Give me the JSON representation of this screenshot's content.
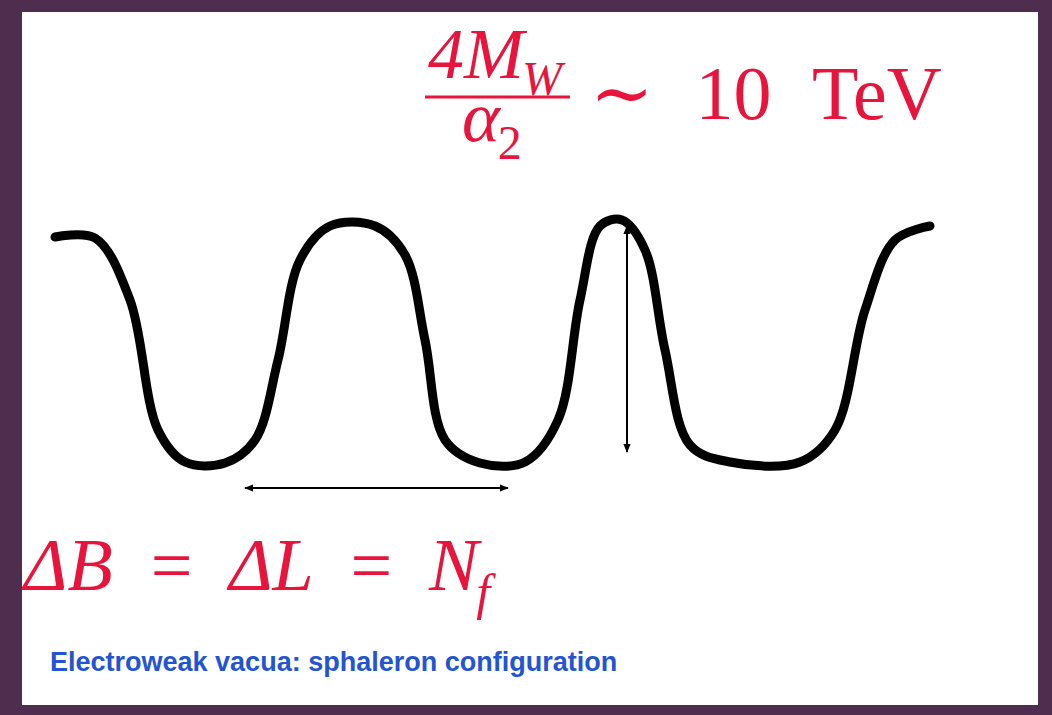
{
  "diagram": {
    "caption": "Electroweak vacua: sphaleron configuration",
    "labels": [
      "4M",
      "W",
      "α",
      "2",
      "∼ 10 TeV",
      "ΔB = ΔL = N",
      "f"
    ]
  }
}
